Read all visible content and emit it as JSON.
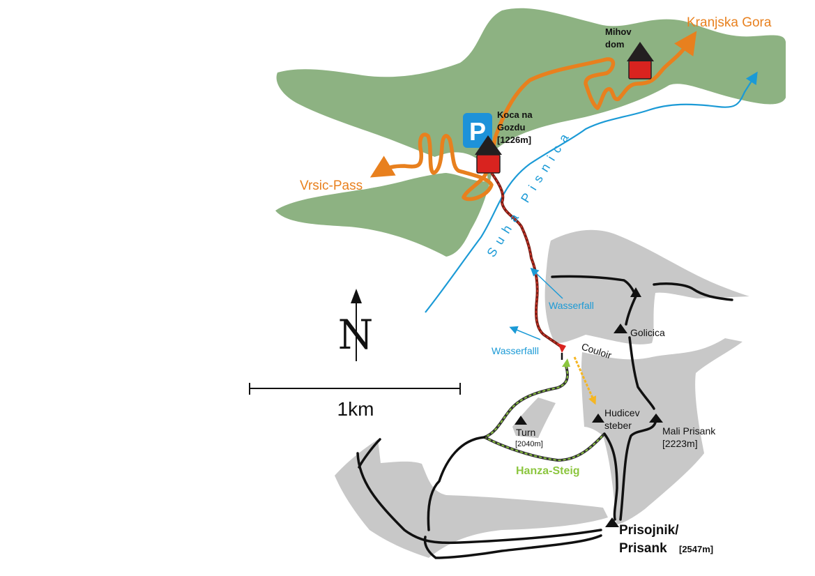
{
  "colors": {
    "forest": "#8db282",
    "rock": "#c8c8c8",
    "road": "#e8801e",
    "river": "#1b9ad6",
    "hanza": "#8cc63f",
    "hut_roof": "#231f20",
    "hut_wall": "#d9231f",
    "parking": "#1d92d9",
    "alt_route": "#f5b622"
  },
  "places": {
    "kranjska_gora": "Kranjska Gora",
    "vrsic_pass": "Vrsic-Pass",
    "mihov_dom_1": "Mihov",
    "mihov_dom_2": "dom",
    "koca_1": "Koca na",
    "koca_2": "Gozdu",
    "koca_3": "[1226m]",
    "parking": "P",
    "river": "Suha Pisnica",
    "waterfall_1": "Wasserfall",
    "waterfall_2": "Wasserfalll",
    "couloir": "Couloir",
    "golicica": "Golicica",
    "turn": "Turn",
    "turn_alt": "[2040m]",
    "hudicev_1": "Hudicev",
    "hudicev_2": "steber",
    "mali_prisank": "Mali Prisank",
    "mali_prisank_alt": "[2223m]",
    "hanza": "Hanza-Steig",
    "prisojnik_1": "Prisojnik/",
    "prisojnik_2": "Prisank",
    "prisojnik_alt": "[2547m]"
  },
  "compass": {
    "north": "N"
  },
  "scale": {
    "label": "1km"
  }
}
